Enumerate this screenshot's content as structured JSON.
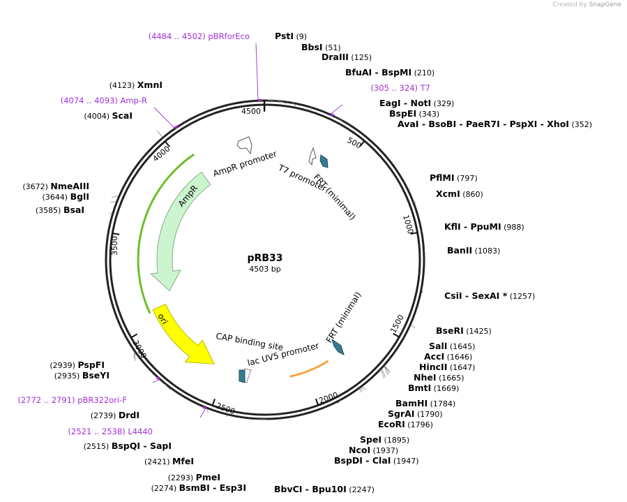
{
  "app": {
    "credit_prefix": "Created by",
    "credit_brand": "SnapGene"
  },
  "plasmid": {
    "name": "pRB33",
    "length_label": "4503 bp",
    "length": 4503
  },
  "ticks": [
    "500",
    "1000",
    "1500",
    "2000",
    "2500",
    "3000",
    "3500",
    "4000",
    "4500"
  ],
  "colors": {
    "ampr": "#ccf5cf",
    "ampr_stroke": "#7fae84",
    "ori": "#ffff00",
    "ori_stroke": "#b8b800",
    "frt": "#357c8e",
    "primer": "#a12fd6",
    "highlight_green": "#6bbf2a",
    "highlight_orange": "#f5a53a"
  },
  "features": [
    {
      "name": "AmpR promoter",
      "type": "promoter-arrow"
    },
    {
      "name": "AmpR",
      "type": "cds-arrow"
    },
    {
      "name": "T7 promoter",
      "type": "promoter-arrow"
    },
    {
      "name": "FRT (minimal)",
      "type": "frt"
    },
    {
      "name": "FRT (minimal)",
      "type": "frt"
    },
    {
      "name": "ori",
      "type": "rep-origin"
    },
    {
      "name": "CAP binding site",
      "type": "binding-site"
    },
    {
      "name": "lac UV5 promoter",
      "type": "promoter-arrow"
    }
  ],
  "sites": [
    {
      "name": "PstI",
      "pos": "(9)"
    },
    {
      "name": "BbsI",
      "pos": "(51)"
    },
    {
      "name": "DraIII",
      "pos": "(125)"
    },
    {
      "name": "BfuAI - BspMI",
      "pos": "(210)"
    },
    {
      "name": "EagI - NotI",
      "pos": "(329)"
    },
    {
      "name": "BspEI",
      "pos": "(343)"
    },
    {
      "name": "AvaI - BsoBI - PaeR7I - PspXI - XhoI",
      "pos": "(352)"
    },
    {
      "name": "PflMI",
      "pos": "(797)"
    },
    {
      "name": "XcmI",
      "pos": "(860)"
    },
    {
      "name": "KflI - PpuMI",
      "pos": "(988)"
    },
    {
      "name": "BanII",
      "pos": "(1083)"
    },
    {
      "name": "CsiI - SexAI *",
      "pos": "(1257)"
    },
    {
      "name": "BseRI",
      "pos": "(1425)"
    },
    {
      "name": "SalI",
      "pos": "(1645)"
    },
    {
      "name": "AccI",
      "pos": "(1646)"
    },
    {
      "name": "HincII",
      "pos": "(1647)"
    },
    {
      "name": "NheI",
      "pos": "(1665)"
    },
    {
      "name": "BmtI",
      "pos": "(1669)"
    },
    {
      "name": "BamHI",
      "pos": "(1784)"
    },
    {
      "name": "SgrAI",
      "pos": "(1790)"
    },
    {
      "name": "EcoRI",
      "pos": "(1796)"
    },
    {
      "name": "SpeI",
      "pos": "(1895)"
    },
    {
      "name": "NcoI",
      "pos": "(1937)"
    },
    {
      "name": "BspDI - ClaI",
      "pos": "(1947)"
    },
    {
      "name": "BbvCI - Bpu10I",
      "pos": "(2247)"
    },
    {
      "name": "BsmBI - Esp3I",
      "pos": "(2274)"
    },
    {
      "name": "PmeI",
      "pos": "(2293)"
    },
    {
      "name": "MfeI",
      "pos": "(2421)"
    },
    {
      "name": "BspQI - SapI",
      "pos": "(2515)"
    },
    {
      "name": "DrdI",
      "pos": "(2739)"
    },
    {
      "name": "BseYI",
      "pos": "(2935)"
    },
    {
      "name": "PspFI",
      "pos": "(2939)"
    },
    {
      "name": "BsaI",
      "pos": "(3585)"
    },
    {
      "name": "BglI",
      "pos": "(3644)"
    },
    {
      "name": "NmeAIII",
      "pos": "(3672)"
    },
    {
      "name": "ScaI",
      "pos": "(4004)"
    },
    {
      "name": "XmnI",
      "pos": "(4123)"
    }
  ],
  "primers": [
    {
      "range": "(4484 .. 4502)",
      "name": "pBRforEco"
    },
    {
      "range": "(305 .. 324)",
      "name": "T7"
    },
    {
      "range": "(4074 .. 4093)",
      "name": "Amp-R"
    },
    {
      "range": "(2772 .. 2791)",
      "name": "pBR322ori-F"
    },
    {
      "range": "(2521 .. 2538)",
      "name": "L4440"
    }
  ]
}
